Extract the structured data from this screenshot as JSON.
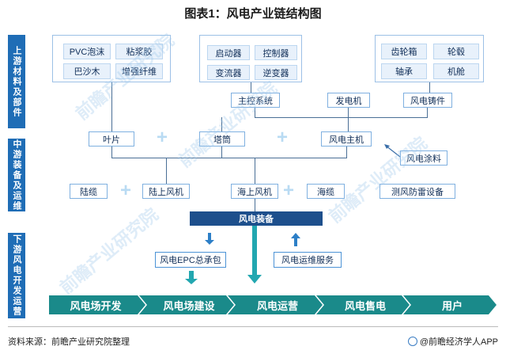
{
  "title": "图表1：风电产业链结构图",
  "stages": {
    "upstream": "上游材料及部件",
    "midstream": "中游装备及运维",
    "downstream": "下游风电开发运营"
  },
  "upstream": {
    "materials": [
      "PVC泡沫",
      "粘浆胶",
      "巴沙木",
      "增强纤维"
    ],
    "electrical": [
      "启动器",
      "控制器",
      "变流器",
      "逆变器"
    ],
    "mechanical": [
      "齿轮箱",
      "轮毂",
      "轴承",
      "机舱"
    ],
    "systems": [
      "主控系统",
      "发电机",
      "风电铸件"
    ]
  },
  "midstream": {
    "components": [
      "叶片",
      "塔筒",
      "风电主机"
    ],
    "coating": "风电涂料",
    "equipment": [
      "陆缆",
      "陆上风机",
      "海上风机",
      "海缆",
      "测风防雷设备"
    ],
    "assembly": "风电装备"
  },
  "downstream": {
    "epc": "风电EPC总承包",
    "ops_service": "风电运维服务",
    "chain": [
      "风电场开发",
      "风电场建设",
      "风电运营",
      "风电售电",
      "用户"
    ]
  },
  "footer": {
    "source": "资料来源：前瞻产业研究院整理",
    "brand": "@前瞻经济学人APP"
  },
  "colors": {
    "stage_blue": "#1f6db6",
    "dark_box": "#1d4f8c",
    "chain_teal": "#1a8a8a",
    "arrow_teal": "#22a7b0"
  },
  "watermark": "前瞻产业研究院"
}
